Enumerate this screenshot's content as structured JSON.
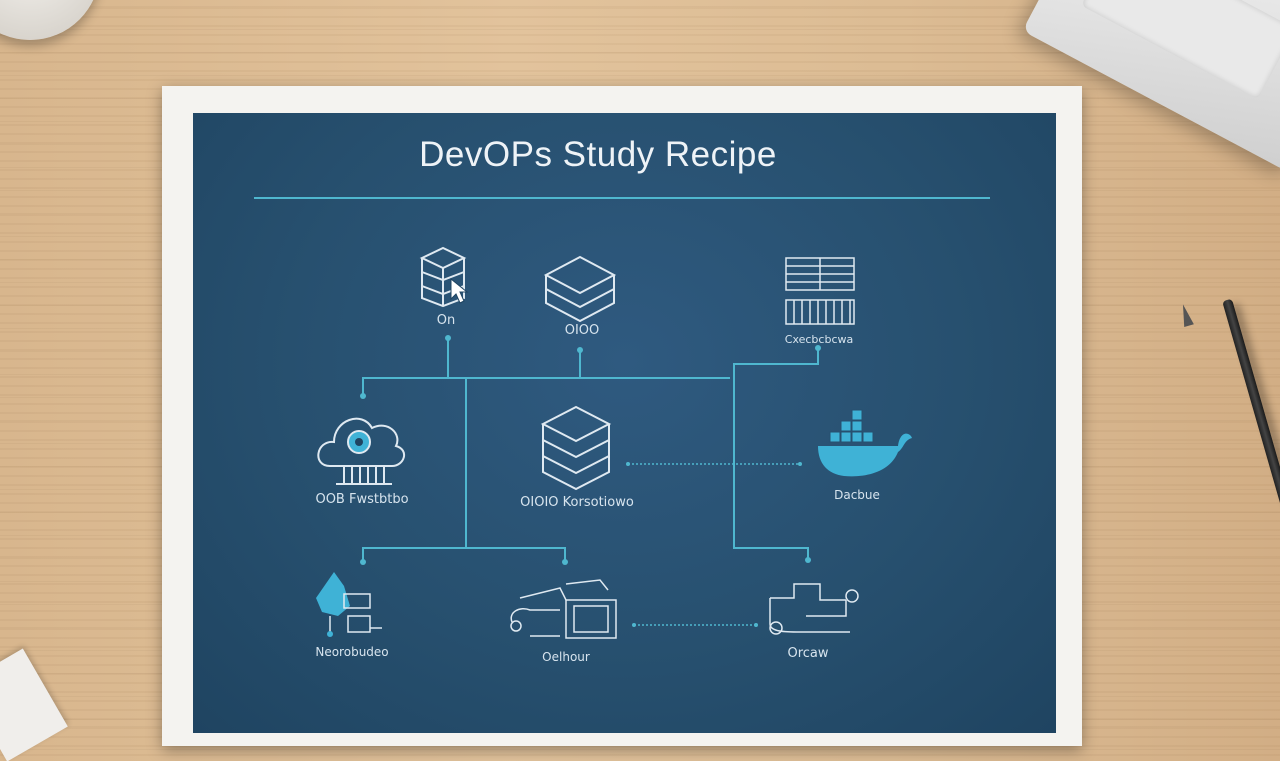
{
  "poster": {
    "title": "DevOPs Study Recipe",
    "labels": {
      "top_left": "On",
      "top_center": "OIOO",
      "top_right": "Cxecbcbcwa",
      "mid_left": "OOB Fwstbtbo",
      "mid_center": "OIOIO Korsotiowo",
      "mid_right": "Dacbue",
      "bottom_left": "Neorobudeo",
      "bottom_center": "Oelhour",
      "bottom_right": "Orcaw"
    }
  },
  "colors": {
    "board": "#27506f",
    "line": "#4fb7cf",
    "accent": "#3fb2d6",
    "icon_stroke": "#dfe9f1"
  }
}
